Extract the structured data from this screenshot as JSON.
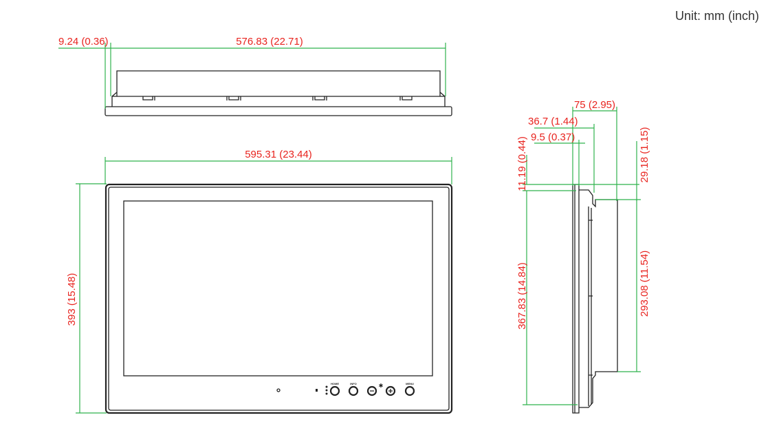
{
  "unit_label": "Unit: mm (inch)",
  "dimensions": {
    "top_view": {
      "bezel_offset": "9.24 (0.36)",
      "body_width": "576.83 (22.71)"
    },
    "front_view": {
      "width": "595.31 (23.44)",
      "height": "393 (15.48)"
    },
    "side_view": {
      "depth_total": "75 (2.95)",
      "depth_mid": "36.7 (1.44)",
      "depth_bezel": "9.5 (0.37)",
      "top_offset": "11.19 (0.44)",
      "back_offset": "29.18 (1.15)",
      "body_height": "367.83 (14.84)",
      "back_height": "293.08 (11.54)"
    }
  },
  "front_buttons": [
    {
      "label": "HOME"
    },
    {
      "label": "INFO"
    },
    {
      "label": ""
    },
    {
      "label": ""
    },
    {
      "label": "MENU"
    }
  ],
  "colors": {
    "dimension_text": "#e8231e",
    "dimension_line": "#2fb24c",
    "outline": "#222222"
  }
}
